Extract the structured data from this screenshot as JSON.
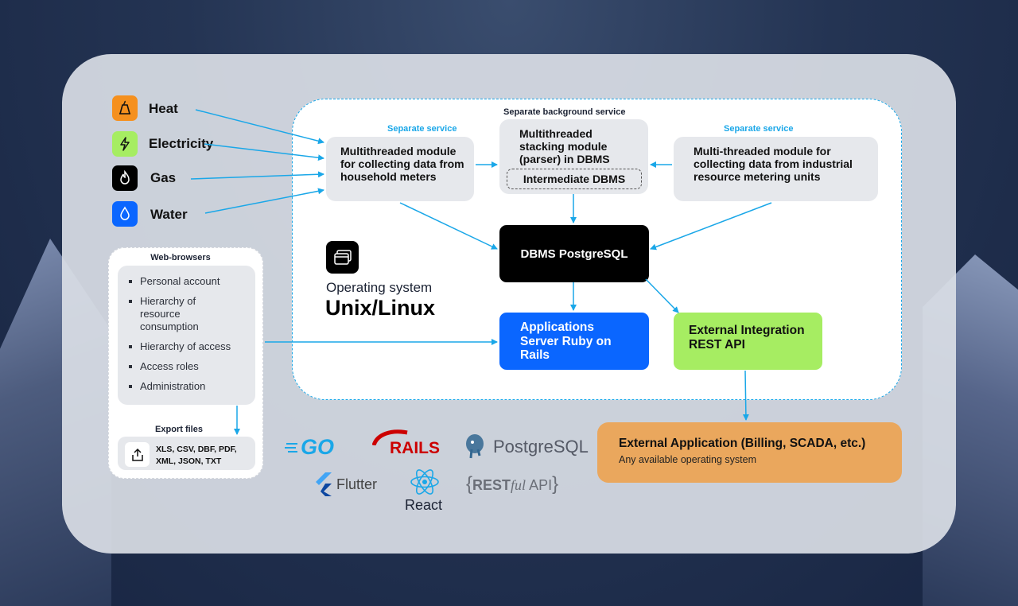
{
  "resources": [
    {
      "label": "Heat",
      "icon": "heat-icon",
      "color": "#f5901e"
    },
    {
      "label": "Electricity",
      "icon": "lightning-icon",
      "color": "#a6ed62"
    },
    {
      "label": "Gas",
      "icon": "flame-icon",
      "color": "#000000"
    },
    {
      "label": "Water",
      "icon": "droplet-icon",
      "color": "#0a66ff"
    }
  ],
  "modules": {
    "household": {
      "tag": "Separate service",
      "text": "Multithreaded module for collecting data from household meters"
    },
    "stacking": {
      "tag": "Separate background service",
      "text": "Multithreaded stacking module (parser) in DBMS",
      "inner": "Intermediate DBMS"
    },
    "industrial": {
      "tag": "Separate service",
      "text": "Multi-threaded module for collecting data from industrial resource metering units"
    },
    "dbms": "DBMS PostgreSQL",
    "app_server": "Applications Server Ruby on Rails",
    "external_integration": "External Integration REST API"
  },
  "os": {
    "caption": "Operating system",
    "name": "Unix/Linux"
  },
  "web": {
    "title": "Web-browsers",
    "items": [
      "Personal account",
      "Hierarchy of resource consumption",
      "Hierarchy of access",
      "Access roles",
      "Administration"
    ],
    "export_title": "Export files",
    "export_formats": "XLS, CSV, DBF, PDF, XML, JSON, TXT"
  },
  "external_app": {
    "title": "External Application (Billing, SCADA, etc.)",
    "subtitle": "Any available operating system"
  },
  "tech_logos": {
    "go": "GO",
    "rails": "RAILS",
    "postgres": "PostgreSQL",
    "flutter": "Flutter",
    "react": "React",
    "rest_a": "REST",
    "rest_b": "ful",
    "rest_c": "API"
  },
  "colors": {
    "accent": "#1aa7e8",
    "blue": "#0a66ff",
    "green": "#a6ed62",
    "orange": "#eaa75d",
    "heat": "#f5901e"
  }
}
